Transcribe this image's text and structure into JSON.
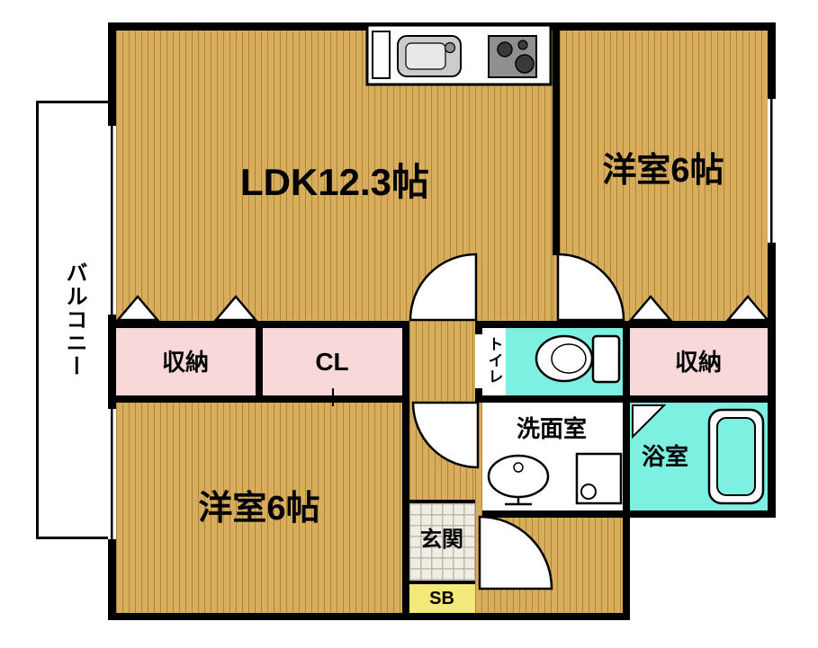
{
  "rooms": {
    "balcony": {
      "label": "バルコニー"
    },
    "ldk": {
      "label": "LDK12.3帖"
    },
    "bedroom_top_right": {
      "label": "洋室6帖"
    },
    "closet_left": {
      "label": "収納"
    },
    "closet_cl": {
      "label": "CL"
    },
    "toilet": {
      "label": "トイレ"
    },
    "closet_right": {
      "label": "収納"
    },
    "washroom": {
      "label": "洗面室"
    },
    "bathroom": {
      "label": "浴室"
    },
    "bedroom_bottom_left": {
      "label": "洋室6帖"
    },
    "entrance": {
      "label": "玄関"
    },
    "shoebox": {
      "label": "SB"
    }
  },
  "icons": {
    "kitchen_sink": "kitchen-sink-icon",
    "stove": "stove-icon",
    "toilet": "toilet-icon",
    "washbasin": "washbasin-icon",
    "washing_machine": "washing-machine-icon",
    "bathtub": "bathtub-icon",
    "door_swing": "door-swing-arc",
    "closet_folding_door": "folding-door-triangle"
  },
  "colors": {
    "wall": "#000000",
    "flooring": "#d8ae5c",
    "closet": "#f8d8d8",
    "wet_area": "#7df0e2",
    "shoebox": "#f3e97b",
    "entrance_tile": "#f0ede5"
  }
}
